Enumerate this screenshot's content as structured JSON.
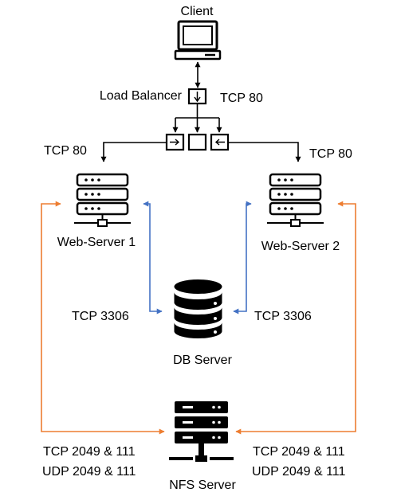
{
  "nodes": {
    "client": "Client",
    "load_balancer": "Load Balancer",
    "web_server_1": "Web-Server 1",
    "web_server_2": "Web-Server 2",
    "db_server": "DB Server",
    "nfs_server": "NFS Server"
  },
  "connections": {
    "client_lb": "TCP 80",
    "lb_web1": "TCP 80",
    "lb_web2": "TCP 80",
    "web1_db": "TCP 3306",
    "web2_db": "TCP 3306",
    "web1_nfs_tcp": "TCP 2049 & 111",
    "web1_nfs_udp": "UDP 2049 & 111",
    "web2_nfs_tcp": "TCP 2049 & 111",
    "web2_nfs_udp": "UDP 2049 & 111"
  },
  "colors": {
    "line": "#000000",
    "db_link": "#4472C4",
    "nfs_link": "#ED7D31"
  },
  "icons": {
    "client": "monitor-icon",
    "load_balancer": "load-balancer-icon",
    "web_servers": "server-rack-icon",
    "db_server": "database-icon",
    "nfs_server": "server-rack-icon"
  }
}
